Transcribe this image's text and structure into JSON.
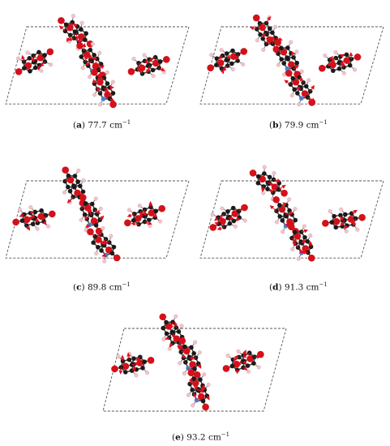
{
  "panels": [
    {
      "letter": "a",
      "value": "77.7",
      "unit": "cm",
      "exponent": "−1"
    },
    {
      "letter": "b",
      "value": "79.9",
      "unit": "cm",
      "exponent": "−1"
    },
    {
      "letter": "c",
      "value": "89.8",
      "unit": "cm",
      "exponent": "−1"
    },
    {
      "letter": "d",
      "value": "91.3",
      "unit": "cm",
      "exponent": "−1"
    },
    {
      "letter": "e",
      "value": "93.2",
      "unit": "cm",
      "exponent": "−1"
    }
  ],
  "colors": {
    "oxygen": "#d4111b",
    "carbon": "#1a1a1a",
    "hydrogen": "#f2c4cf",
    "nitrogen": "#4a7fd4",
    "arrow": "#e0101c",
    "cell": "#555555"
  }
}
